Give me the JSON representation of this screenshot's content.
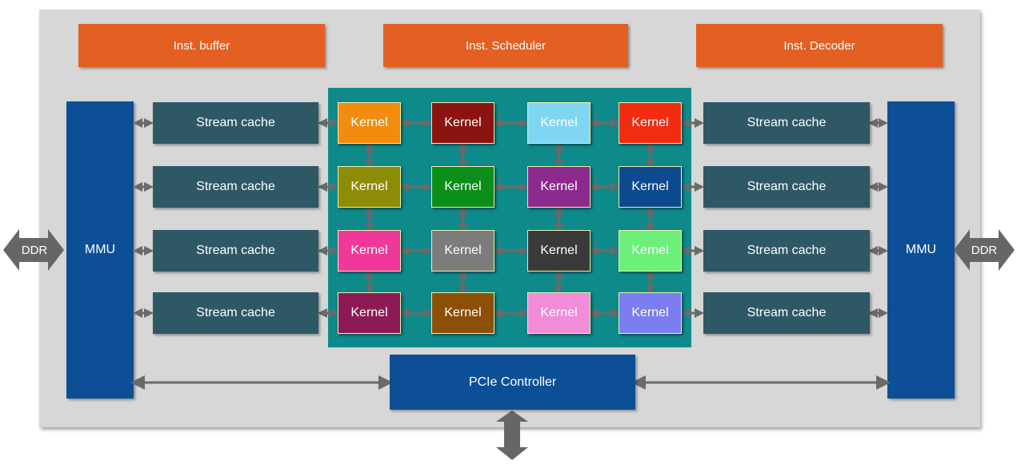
{
  "instruction_units": {
    "buffer": "Inst. buffer",
    "scheduler": "Inst. Scheduler",
    "decoder": "Inst. Decoder"
  },
  "mmu": {
    "left": "MMU",
    "right": "MMU"
  },
  "ddr": {
    "left": "DDR",
    "right": "DDR"
  },
  "stream_cache_label": "Stream cache",
  "kernel_label": "Kernel",
  "kernel_colors": [
    [
      "#f28c0f",
      "#8b1410",
      "#7fd6f2",
      "#f22c10"
    ],
    [
      "#8d8c06",
      "#0b8e1a",
      "#8d2a8e",
      "#0d4a8e"
    ],
    [
      "#f0389a",
      "#7c7c7c",
      "#3a3a3a",
      "#6cf07a"
    ],
    [
      "#8c1a55",
      "#8b5006",
      "#f08cd8",
      "#7a7ef0"
    ]
  ],
  "pcie": "PCIe Controller"
}
